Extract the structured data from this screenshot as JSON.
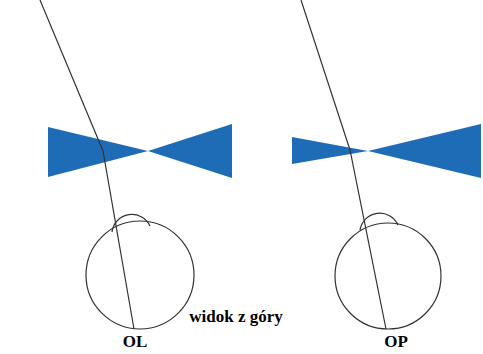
{
  "diagram": {
    "labels": [
      "widok z góry",
      "OL",
      "OP"
    ]
  }
}
